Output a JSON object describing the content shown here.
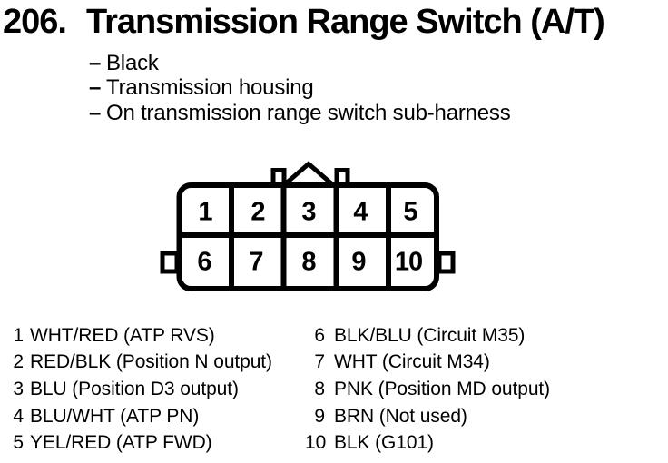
{
  "title": {
    "number": "206.",
    "text": "Transmission Range Switch (A/T)"
  },
  "bullet_char": "–",
  "notes": [
    "Black",
    "Transmission housing",
    "On transmission range switch sub-harness"
  ],
  "connector": {
    "top_row": [
      "1",
      "2",
      "3",
      "4",
      "5"
    ],
    "bottom_row": [
      "6",
      "7",
      "8",
      "9",
      "10"
    ]
  },
  "pin_list": {
    "left": [
      {
        "pin": "1",
        "desc": "WHT/RED (ATP RVS)"
      },
      {
        "pin": "2",
        "desc": "RED/BLK (Position N output)"
      },
      {
        "pin": "3",
        "desc": "BLU (Position D3 output)"
      },
      {
        "pin": "4",
        "desc": "BLU/WHT (ATP PN)"
      },
      {
        "pin": "5",
        "desc": "YEL/RED (ATP FWD)"
      }
    ],
    "right": [
      {
        "pin": "6",
        "desc": "BLK/BLU (Circuit M35)"
      },
      {
        "pin": "7",
        "desc": "WHT (Circuit M34)"
      },
      {
        "pin": "8",
        "desc": "PNK (Position MD output)"
      },
      {
        "pin": "9",
        "desc": "BRN (Not used)"
      },
      {
        "pin": "10",
        "desc": "BLK (G101)"
      }
    ]
  },
  "colors": {
    "ink": "#000000",
    "paper": "#ffffff"
  }
}
